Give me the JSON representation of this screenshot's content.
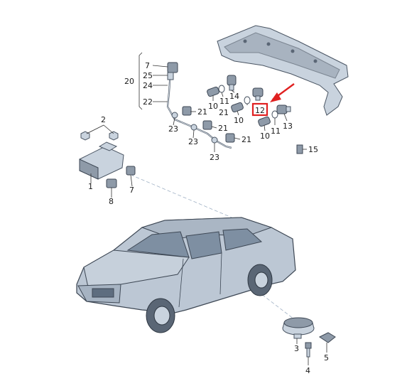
{
  "diagram": {
    "callouts": {
      "n1": "1",
      "n2": "2",
      "n3": "3",
      "n4": "4",
      "n5": "5",
      "n7a": "7",
      "n7b": "7",
      "n8": "8",
      "n10a": "10",
      "n10b": "10",
      "n10c": "10",
      "n11a": "11",
      "n11b": "11",
      "n12": "12",
      "n13": "13",
      "n14": "14",
      "n15": "15",
      "n20": "20",
      "n21a": "21",
      "n21b": "21",
      "n21c": "21",
      "n21d": "21",
      "n22": "22",
      "n23a": "23",
      "n23b": "23",
      "n23c": "23",
      "n24": "24",
      "n25": "25"
    },
    "highlight": {
      "part": "12",
      "color": "#e02020"
    },
    "colors": {
      "part": "#c9d3de",
      "outline": "#4a5563",
      "arrow": "#e02020",
      "dash": "#9fb0c4"
    }
  }
}
